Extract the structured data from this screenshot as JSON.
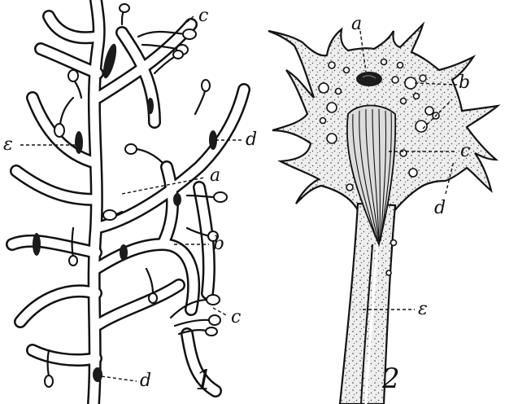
{
  "figure_1": {
    "number": "1",
    "labels": {
      "c_top": "c",
      "d_upper": "d",
      "e_left": "ε",
      "a": "a",
      "b": "b",
      "c_bottom": "c",
      "d_bottom": "d"
    }
  },
  "figure_2": {
    "number": "2",
    "labels": {
      "a": "a",
      "b": "b",
      "c": "c",
      "d": "d",
      "e": "ε"
    }
  }
}
